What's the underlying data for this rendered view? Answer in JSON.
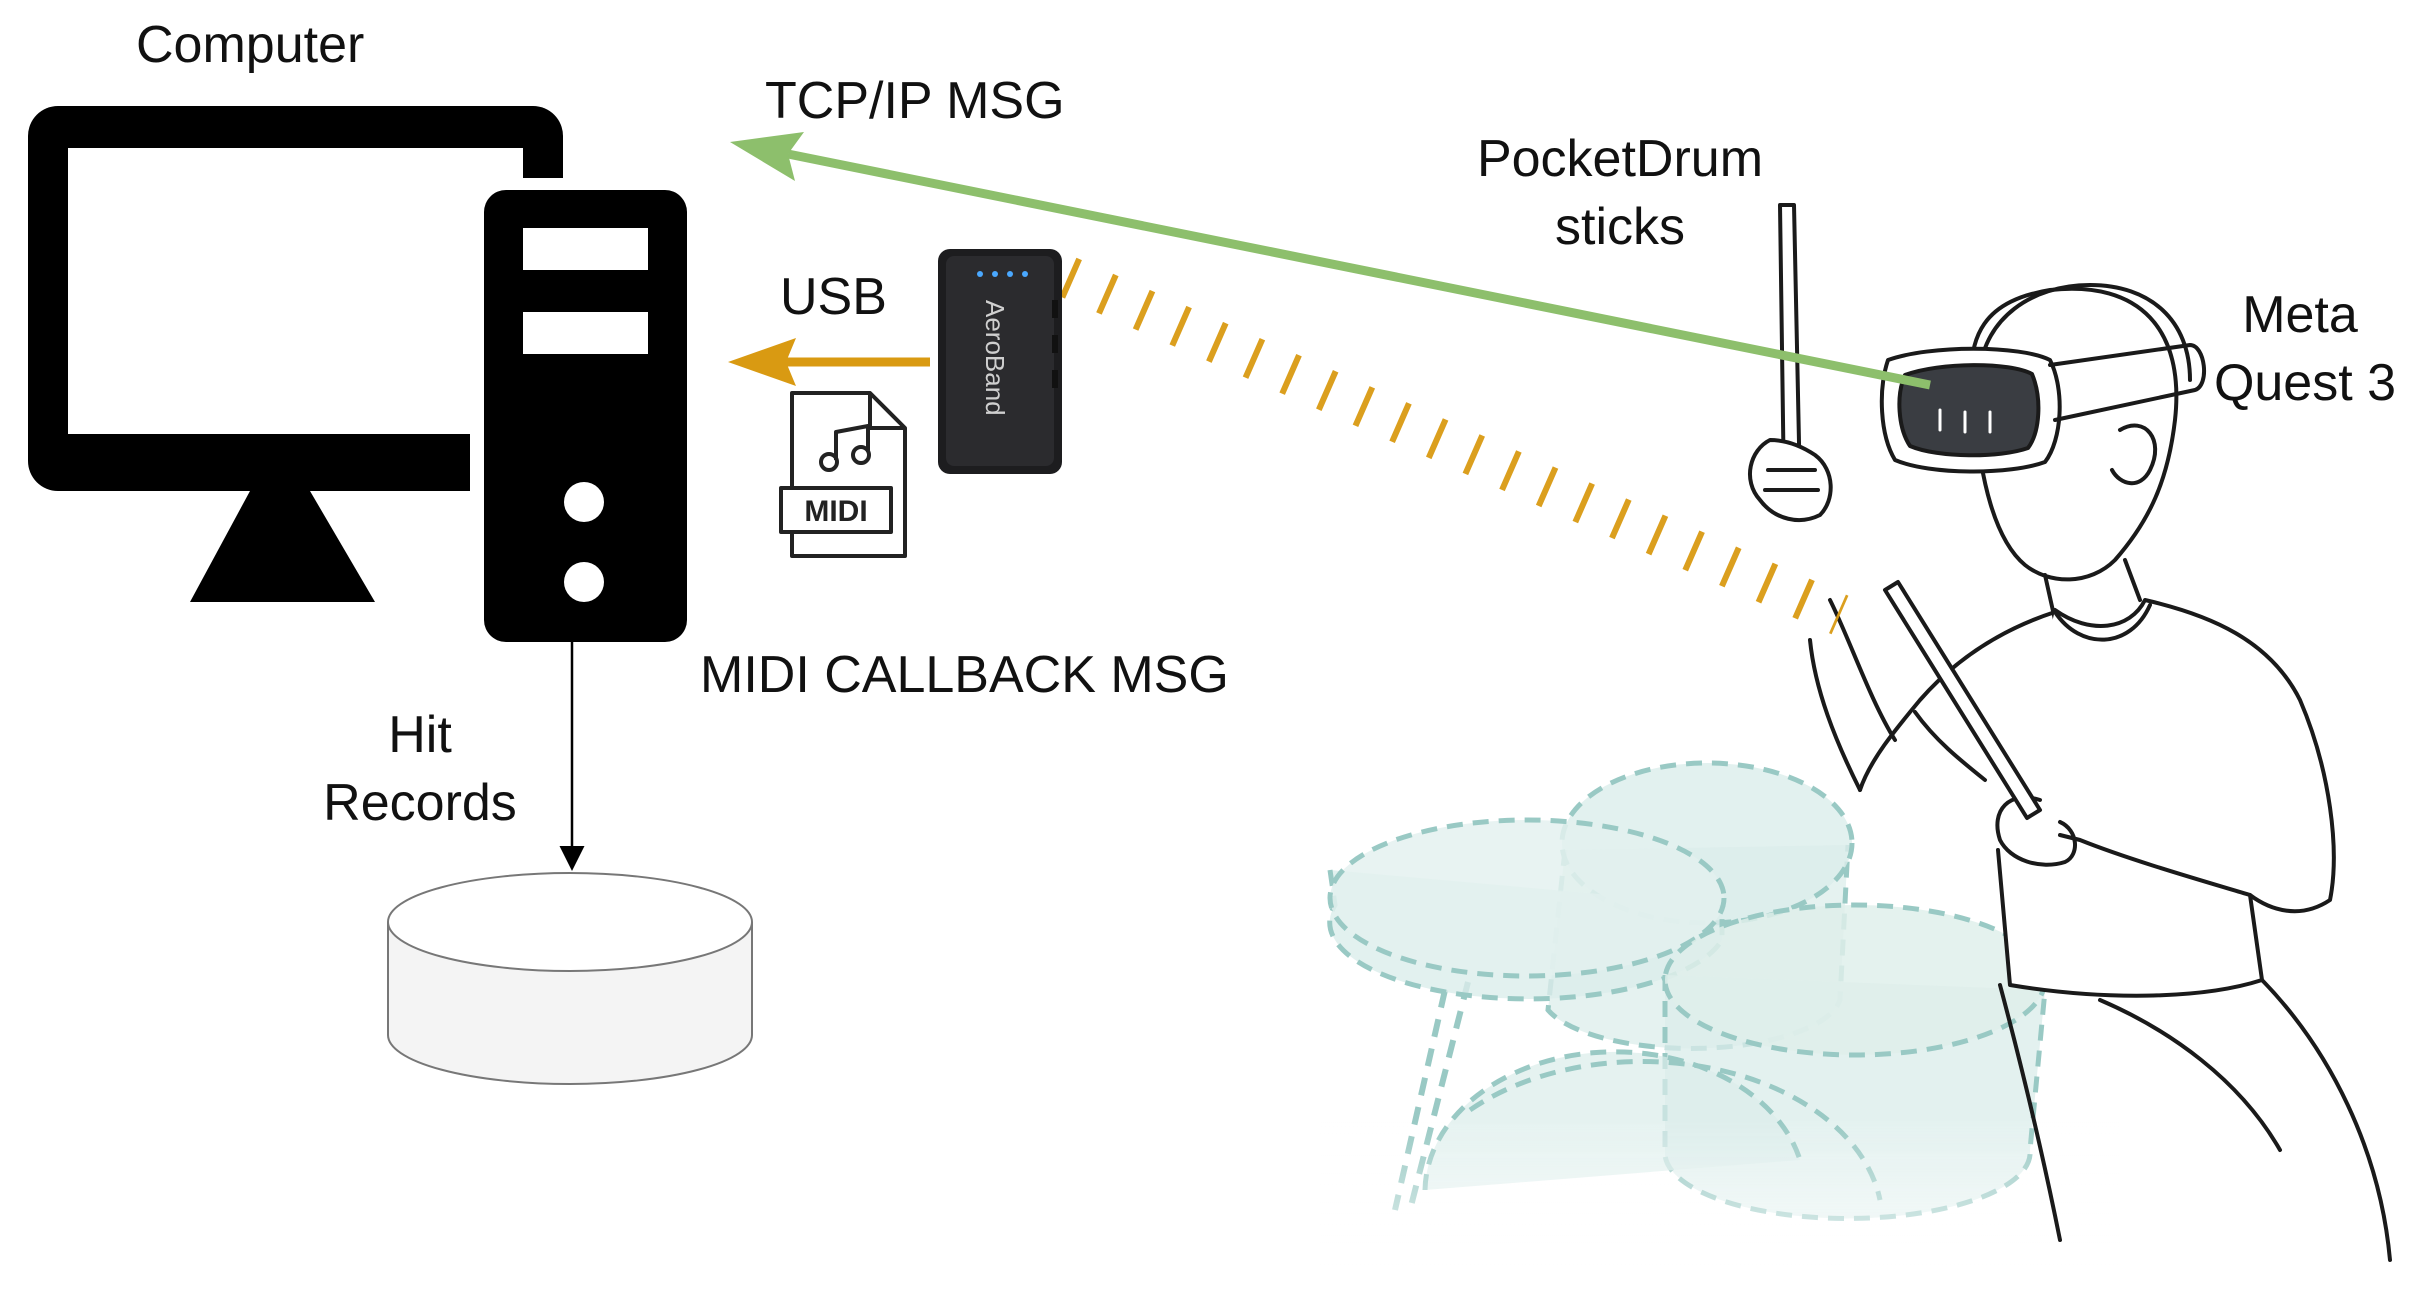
{
  "labels": {
    "computer": "Computer",
    "tcp_msg": "TCP/IP MSG",
    "usb": "USB",
    "midi_callback": "MIDI CALLBACK MSG",
    "hit": "Hit",
    "records": "Records",
    "pocketdrum": "PocketDrum",
    "sticks": "sticks",
    "meta": "Meta",
    "quest": "Quest 3",
    "midi_icon_text": "MIDI",
    "dongle_brand": "AeroBand"
  },
  "colors": {
    "tcp_arrow": "#8dbf6c",
    "usb_arrow": "#d99a12",
    "drum_fill": "#d7ebe8",
    "drum_stroke": "#8fc4be",
    "device_black": "#000000"
  },
  "icons": {
    "computer": "desktop-computer-icon",
    "file": "midi-file-icon",
    "database": "database-icon",
    "dongle": "usb-receiver-icon",
    "player": "vr-drummer-illustration"
  }
}
